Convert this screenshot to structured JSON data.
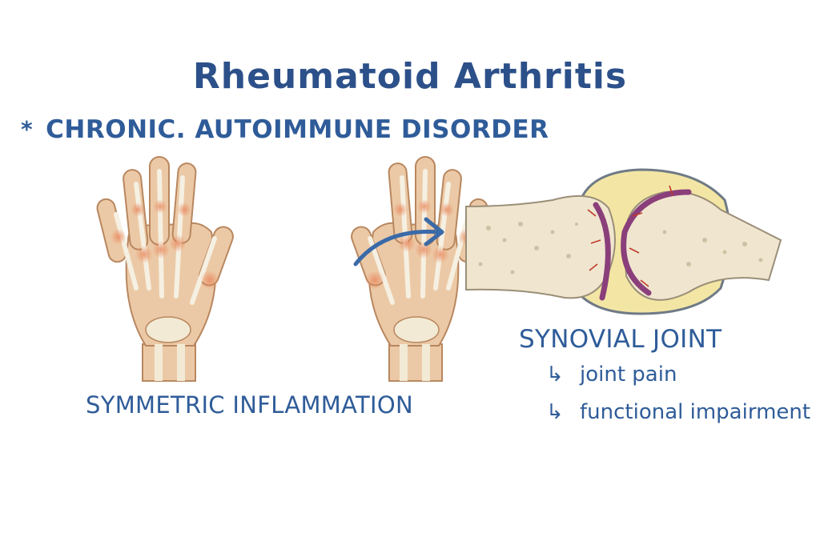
{
  "title": "Rheumatoid Arthritis",
  "subtitle": {
    "bullet": "*",
    "text": "CHRONIC. AUTOIMMUNE DISORDER"
  },
  "hands": {
    "label": "SYMMETRIC INFLAMMATION"
  },
  "joint": {
    "label": "SYNOVIAL JOINT",
    "symptoms": [
      {
        "arrow": "↳",
        "text": "joint pain"
      },
      {
        "arrow": "↳",
        "text": "functional impairment"
      }
    ]
  },
  "colors": {
    "text": "#2f5c99",
    "arrow": "#3a6aa8",
    "skin": "#ecc9a6",
    "bone": "#f2ead5",
    "inflammation": "#e07a5a",
    "synovium": "#8a3f7a",
    "fluid": "#f3e6a4"
  }
}
